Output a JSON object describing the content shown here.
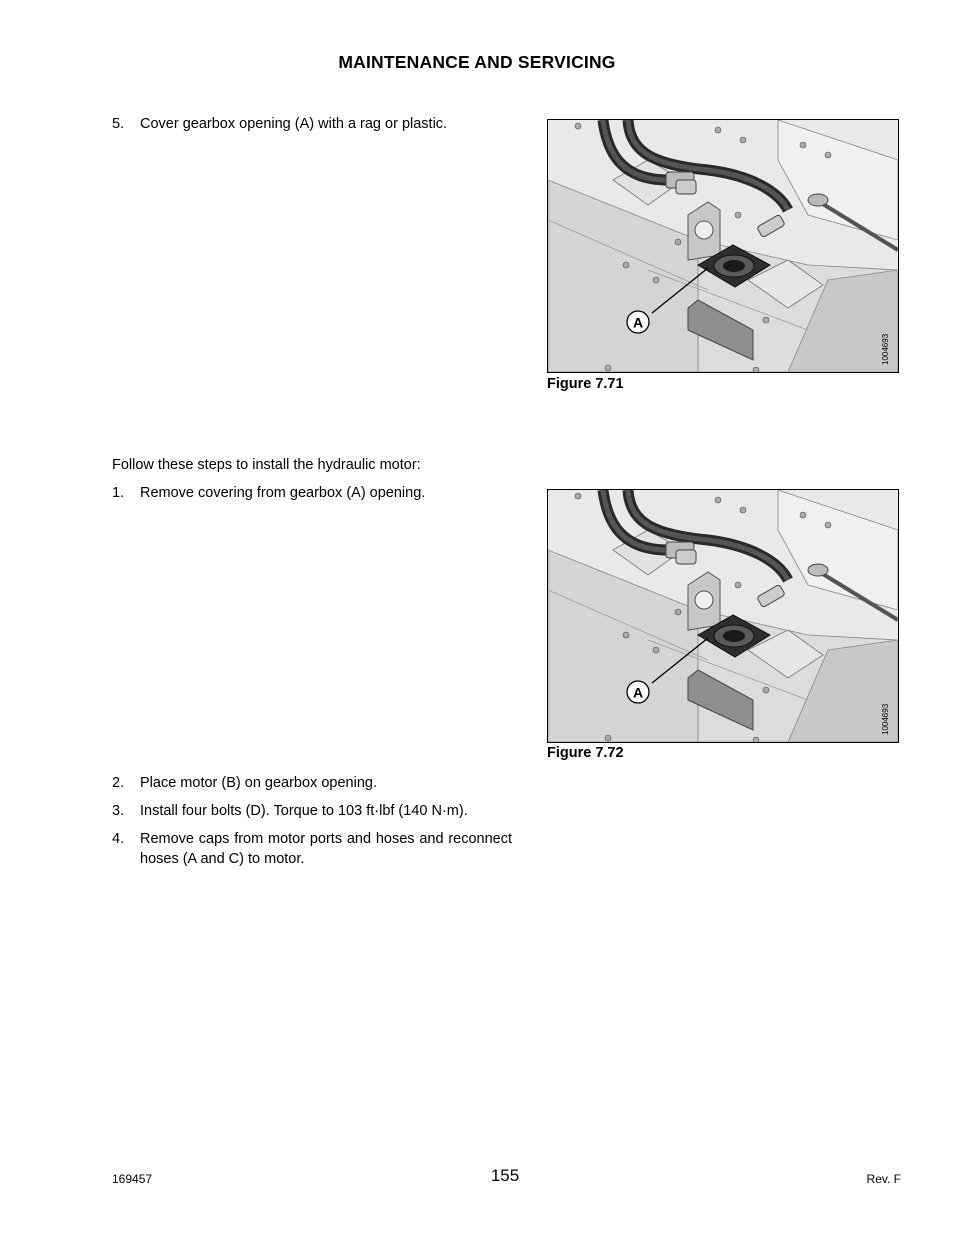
{
  "header": {
    "title": "MAINTENANCE AND SERVICING"
  },
  "section1": {
    "step": {
      "number": "5.",
      "text": "Cover gearbox opening (A) with a rag or plastic."
    },
    "figure": {
      "callout": "A",
      "image_id": "1004693",
      "caption": "Figure 7.71"
    }
  },
  "section2": {
    "intro": "Follow these steps to install the hydraulic motor:",
    "step1": {
      "number": "1.",
      "text": "Remove covering from gearbox (A) opening."
    },
    "figure": {
      "callout": "A",
      "image_id": "1004693",
      "caption": "Figure 7.72"
    },
    "step2": {
      "number": "2.",
      "text": "Place motor (B) on gearbox opening."
    },
    "step3": {
      "number": "3.",
      "text": "Install four bolts (D). Torque to 103 ft·lbf (140 N·m)."
    },
    "step4": {
      "number": "4.",
      "text": "Remove caps from motor ports and hoses and reconnect hoses (A and C) to motor."
    }
  },
  "footer": {
    "doc_number": "169457",
    "page_number": "155",
    "revision": "Rev. F"
  }
}
